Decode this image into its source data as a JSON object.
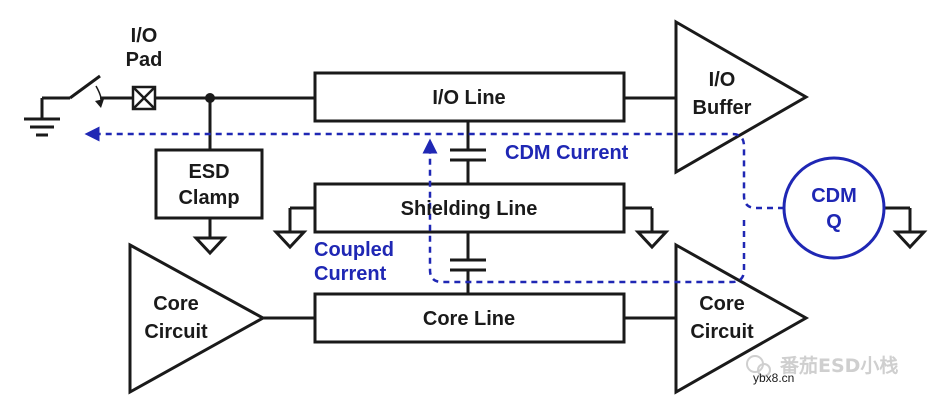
{
  "labels": {
    "io_pad_line1": "I/O",
    "io_pad_line2": "Pad",
    "io_line": "I/O Line",
    "io_buffer_line1": "I/O",
    "io_buffer_line2": "Buffer",
    "esd_clamp_line1": "ESD",
    "esd_clamp_line2": "Clamp",
    "cdm_current": "CDM Current",
    "shielding_line": "Shielding Line",
    "coupled_current_line1": "Coupled",
    "coupled_current_line2": "Current",
    "cdm_q_line1": "CDM",
    "cdm_q_line2": "Q",
    "core_circuit_left_line1": "Core",
    "core_circuit_left_line2": "Circuit",
    "core_line": "Core Line",
    "core_circuit_right_line1": "Core",
    "core_circuit_right_line2": "Circuit"
  },
  "watermark": {
    "brand": "番茄ESD小栈",
    "site": "ybx8.cn"
  },
  "colors": {
    "ink": "#1a1a1a",
    "accent": "#1f27b4",
    "background": "#ffffff",
    "watermark": "#cfcfcf"
  }
}
